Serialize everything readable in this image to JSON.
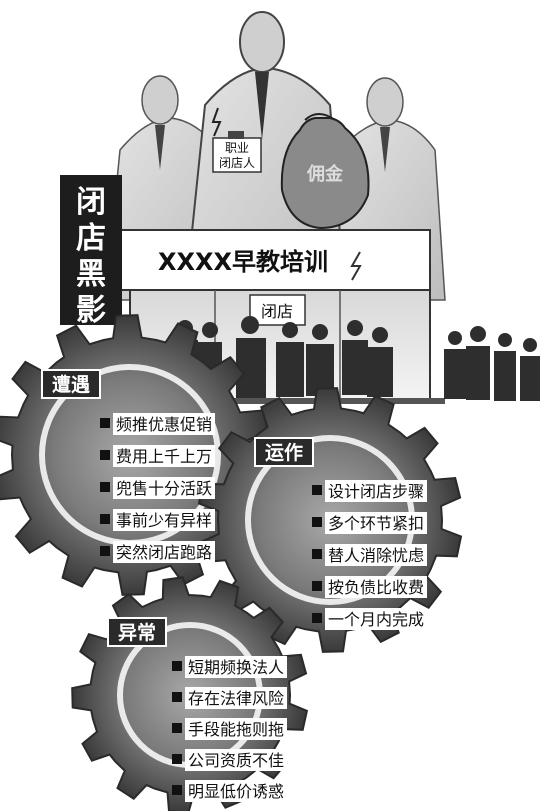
{
  "feature_title": [
    "闭",
    "店",
    "黑",
    "影"
  ],
  "storefront": {
    "sign": "XXXX早教培训",
    "door": "闭店"
  },
  "figures": {
    "badge_line1": "职业",
    "badge_line2": "闭店人",
    "bag_label": "佣金"
  },
  "gears": {
    "encounter": {
      "label": "遭遇",
      "items": [
        "频推优惠促销",
        "费用上千上万",
        "兜售十分活跃",
        "事前少有异样",
        "突然闭店跑路"
      ]
    },
    "operation": {
      "label": "运作",
      "items": [
        "设计闭店步骤",
        "多个环节紧扣",
        "替人消除忧虑",
        "按负债比收费",
        "一个月内完成"
      ]
    },
    "anomaly": {
      "label": "异常",
      "items": [
        "短期频换法人",
        "存在法律风险",
        "手段能拖则拖",
        "公司资质不佳",
        "明显低价诱惑"
      ]
    }
  },
  "colors": {
    "banner": "#1d1d1d",
    "tag": "#2a2a2a",
    "gear_dark": "#3a3a3a",
    "gear_light": "#9a9a9a"
  }
}
